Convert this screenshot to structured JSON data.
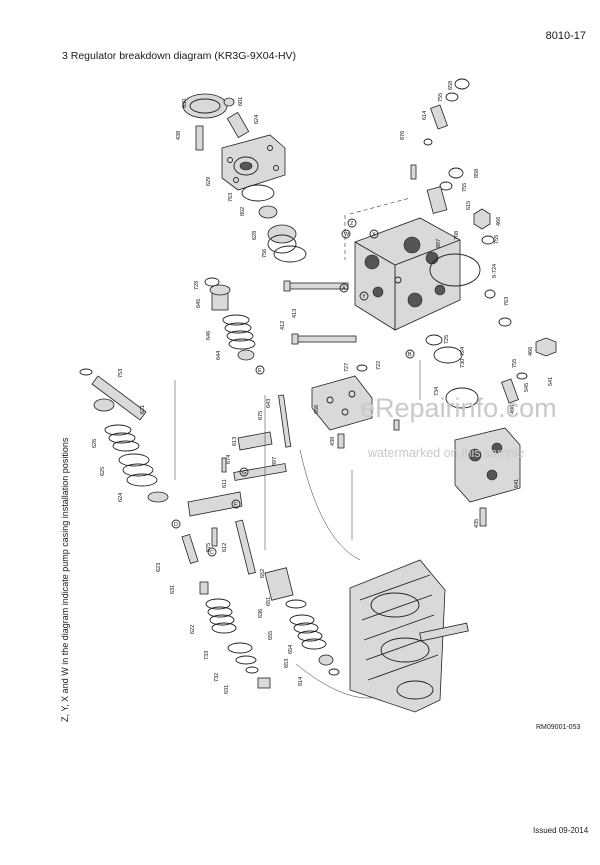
{
  "header": {
    "page_number": "8010-17",
    "section_title": "3   Regulator breakdown diagram (KR3G-9X04-HV)"
  },
  "side_note": "Z, Y, X and W in the diagram indicate pump casing installation positions",
  "figure_ref": "RM09001-053",
  "footer": {
    "issued": "Issued 09-2014"
  },
  "watermark": {
    "main": "eRepairinfo.com",
    "sub": "watermarked on this sample"
  },
  "diagram": {
    "part_labels": [
      "630",
      "438",
      "601",
      "624",
      "629",
      "763",
      "802",
      "628",
      "756",
      "658",
      "755",
      "614",
      "876",
      "858",
      "755",
      "615",
      "466",
      "755",
      "708",
      "897",
      "8-724",
      "763",
      "728",
      "413",
      "412",
      "645",
      "646",
      "644",
      "753",
      "621",
      "626",
      "625",
      "624",
      "643",
      "675",
      "613",
      "674",
      "611",
      "897",
      "656",
      "727",
      "722",
      "724",
      "730",
      "466",
      "755",
      "545",
      "541",
      "496",
      "438",
      "725",
      "734",
      "641",
      "435",
      "875",
      "612",
      "623",
      "631",
      "622",
      "733",
      "732",
      "631",
      "652",
      "651",
      "636",
      "655",
      "654",
      "653",
      "814"
    ],
    "position_markers": [
      "Z",
      "W",
      "X",
      "Y",
      "A",
      "B",
      "C",
      "D",
      "E",
      "F",
      "G"
    ]
  }
}
